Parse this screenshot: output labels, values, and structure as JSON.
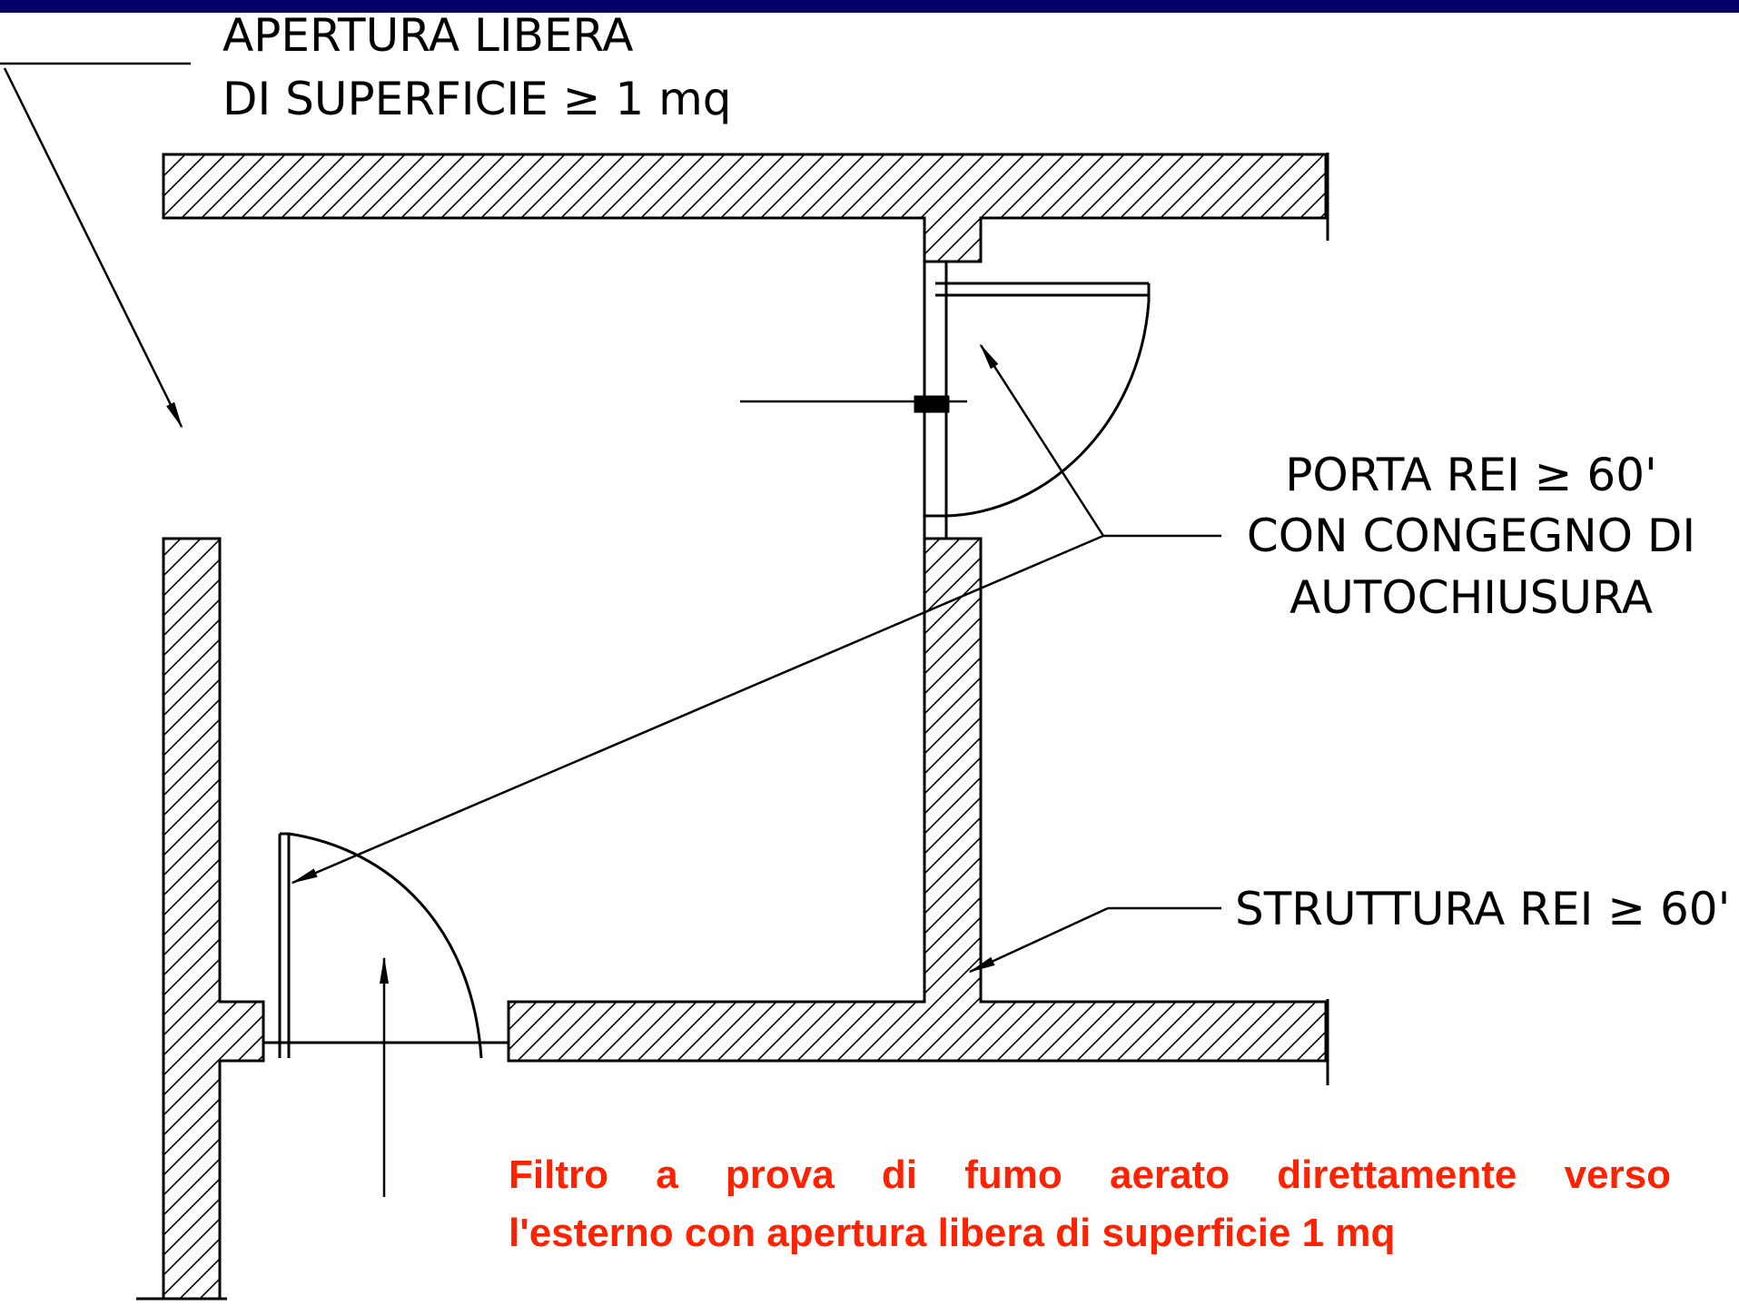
{
  "colors": {
    "top_band": "#000066",
    "caption": "#ff2200",
    "ink": "#000000",
    "background": "#ffffff"
  },
  "labels": {
    "opening_line1": "APERTURA LIBERA",
    "opening_line2": "DI SUPERFICIE ≥ 1 mq",
    "door_line1": "PORTA REI ≥ 60'",
    "door_line2": "CON CONGEGNO DI",
    "door_line3": "AUTOCHIUSURA",
    "structure": "STRUTTURA REI ≥ 60'"
  },
  "caption": {
    "line1": "Filtro a prova di fumo aerato direttamente verso",
    "line2": "l'esterno con apertura libera di superficie  1 mq"
  }
}
